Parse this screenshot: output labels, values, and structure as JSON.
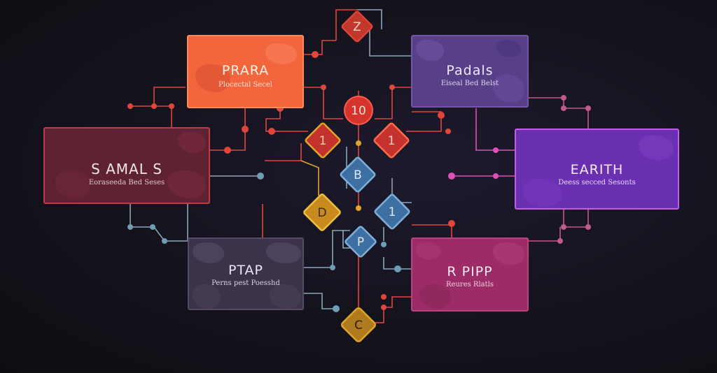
{
  "cards": {
    "prara": {
      "title": "PRARA",
      "subtitle": "Plocectal Secel"
    },
    "padals": {
      "title": "Padals",
      "subtitle": "Eiseal Bed Belst"
    },
    "samals": {
      "title": "S AMAL S",
      "subtitle": "Eoraseeda Bed Seses"
    },
    "earith": {
      "title": "EARITH",
      "subtitle": "Deess secced Sesonts"
    },
    "ptap": {
      "title": "PTAP",
      "subtitle": "Perns pest Poesshd"
    },
    "rpipp": {
      "title": "R PIPP",
      "subtitle": "Reures Rlatls"
    }
  },
  "nodes": {
    "top_z": "Z",
    "circle": "10",
    "left_one": "1",
    "right_one": "1",
    "mid_b": "B",
    "left_d": "D",
    "blue_one": "1",
    "blue_p": "P",
    "bottom_c": "C"
  },
  "colors": {
    "orange": "#ff6a3d",
    "purple": "#5a3f95",
    "maroon": "#6b2438",
    "violet": "#7c38c6",
    "slate": "#3d3550",
    "magenta": "#a02d6a",
    "red_line": "#e2453c",
    "blue_line": "#6e9db4",
    "pink_line": "#e04fb8",
    "gold": "#e0a62a",
    "blue_node": "#3d6fa3"
  }
}
